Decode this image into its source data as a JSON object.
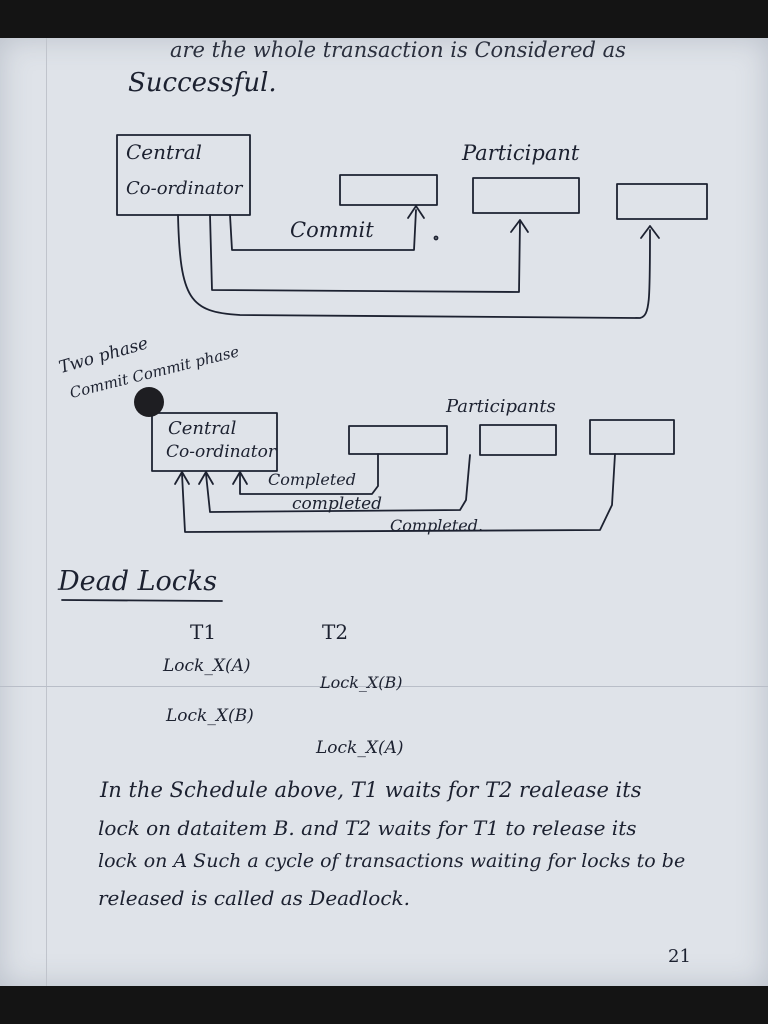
{
  "header": {
    "line1": "are the whole transaction is Considered as",
    "line2": "Successful."
  },
  "diagram1": {
    "coordinator": [
      "Central",
      "Co-ordinator"
    ],
    "participant_label": "Participant",
    "arrow_label": "Commit"
  },
  "diagram2": {
    "side_label": [
      "Two phase",
      "Commit Commit phase"
    ],
    "coordinator": [
      "Central",
      "Co-ordinator"
    ],
    "participant_label": "Participants",
    "labels": [
      "Completed",
      "completed",
      "Completed."
    ]
  },
  "deadlock": {
    "heading": "Dead Locks",
    "t1": {
      "name": "T1",
      "ops": [
        "Lock_X(A)",
        "Lock_X(B)"
      ]
    },
    "t2": {
      "name": "T2",
      "ops": [
        "Lock_X(B)",
        "Lock_X(A)"
      ]
    },
    "paragraph": [
      "In the Schedule above, T1 waits for T2 realease its",
      "lock on dataitem B. and T2 waits for T1 to release its",
      "lock on A Such a cycle of transactions waiting for locks to be",
      "released is called as Deadlock."
    ]
  },
  "page_number": "21"
}
